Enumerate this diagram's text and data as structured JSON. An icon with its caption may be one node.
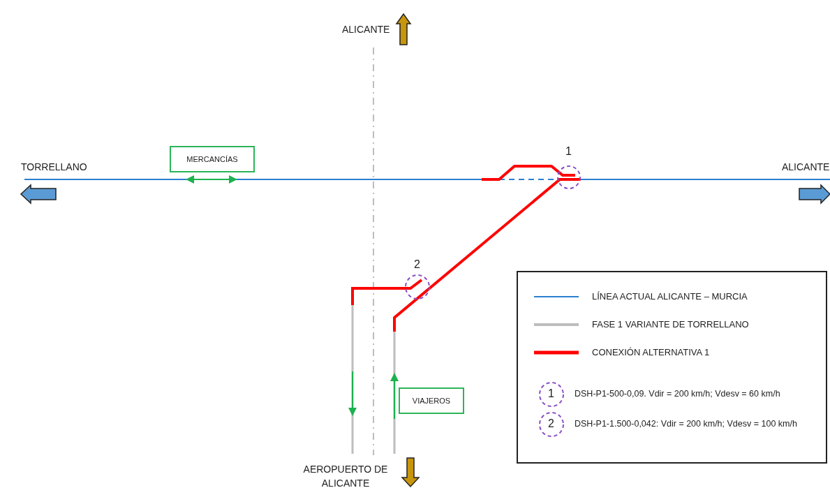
{
  "diagram": {
    "nodes": [
      {
        "text": [
          "MERCANCÍAS"
        ]
      },
      {
        "text": [
          "VIAJEROS"
        ]
      },
      {
        "text": [
          "1"
        ]
      },
      {
        "text": [
          "2"
        ]
      },
      {
        "text": [
          "1"
        ]
      },
      {
        "text": [
          "2"
        ]
      }
    ],
    "labels": [
      "ALICANTE",
      "TORRELLANO",
      "ALICANTE",
      "AEROPUERTO DE ALICANTE"
    ],
    "legend": [
      {
        "text": "LÍNEA ACTUAL ALICANTE – MURCIA"
      },
      {
        "text": "FASE 1 VARIANTE DE TORRELLANO"
      },
      {
        "text": "CONEXIÓN ALTERNATIVA 1"
      },
      {
        "text": "DSH-P1-500-0,09. Vdir = 200 km/h; Vdesv = 60 km/h"
      },
      {
        "text": "DSH-P1-1.500-0,042: Vdir = 200 km/h; Vdesv = 100 km/h"
      }
    ]
  }
}
